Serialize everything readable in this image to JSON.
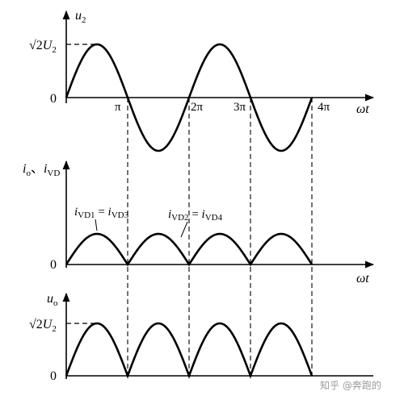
{
  "diagram": {
    "panel_top": {
      "ylabel_base": "u",
      "ylabel_sub": "2",
      "peak_label_base": "√2",
      "peak_label_var": "U",
      "peak_label_sub": "2",
      "zero_label": "0",
      "xlabel": "ωt",
      "ticks": [
        "π",
        "2π",
        "3π",
        "4π"
      ],
      "waveform": "sine",
      "x_range_rad": [
        0,
        12.566
      ],
      "amplitude": 1
    },
    "panel_middle": {
      "ylabel_1_base": "i",
      "ylabel_1_sub": "o",
      "ylabel_sep": "、",
      "ylabel_2_base": "i",
      "ylabel_2_sub": "VD",
      "zero_label": "0",
      "xlabel": "ωt",
      "annotation_1": {
        "a_base": "i",
        "a_sub": "VD1",
        "eq": " = ",
        "b_base": "i",
        "b_sub": "VD3"
      },
      "annotation_2": {
        "a_base": "i",
        "a_sub": "VD2",
        "eq": " = ",
        "b_base": "i",
        "b_sub": "VD4"
      },
      "waveform": "rectified-half-amplitude",
      "amplitude": 0.5
    },
    "panel_bottom": {
      "ylabel_base": "u",
      "ylabel_sub": "o",
      "peak_label_base": "√2",
      "peak_label_var": "U",
      "peak_label_sub": "2",
      "zero_label": "0",
      "waveform": "full-wave-rectified",
      "amplitude": 1
    },
    "watermark": "知乎 @奔跑的"
  }
}
